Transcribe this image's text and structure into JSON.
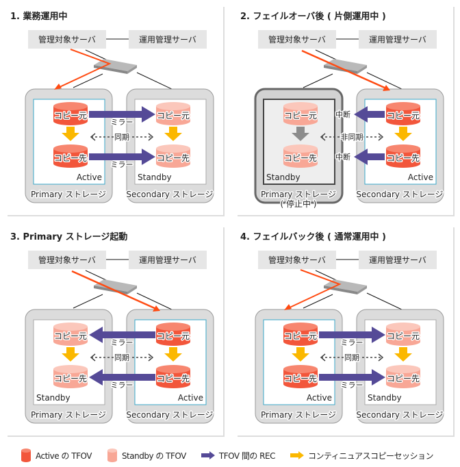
{
  "colors": {
    "active": "#f2563b",
    "active_top": "#f7866f",
    "standby": "#f8a796",
    "standby_top": "#fbc7bb",
    "rec_arrow": "#554a97",
    "session_arrow": "#fbb800",
    "session_stopped": "#8c8c8c",
    "access_line": "#ff4b12",
    "highlight_border": "#3aa7c8"
  },
  "servers": {
    "managed": "管理対象サーバ",
    "management": "運用管理サーバ"
  },
  "volumes": {
    "source": "コピー元",
    "target": "コピー先"
  },
  "panels": [
    {
      "title": "1. 業務運用中",
      "access_target": "primary",
      "primary": {
        "state": "active",
        "status": "Active",
        "label": "Primary ストレージ",
        "note": "",
        "stopped": false
      },
      "secondary": {
        "state": "standby",
        "status": "Standby",
        "label": "Secondary ストレージ",
        "note": "",
        "stopped": false
      },
      "rec": {
        "direction": "right",
        "label": "ミラー"
      },
      "sync": {
        "label": "同期"
      }
    },
    {
      "title": "2. フェイルオーバ後 ( 片側運用中 )",
      "access_target": "secondary",
      "primary": {
        "state": "standby",
        "status": "Standby",
        "label": "Primary ストレージ",
        "note": "( 停止中 )",
        "stopped": true
      },
      "secondary": {
        "state": "active",
        "status": "Active",
        "label": "Secondary ストレージ",
        "note": "",
        "stopped": false
      },
      "rec": {
        "direction": "suspended",
        "label": "中断"
      },
      "sync": {
        "label": "非同期"
      }
    },
    {
      "title": "3. Primary ストレージ起動",
      "access_target": "secondary",
      "primary": {
        "state": "standby",
        "status": "Standby",
        "label": "Primary ストレージ",
        "note": "",
        "stopped": false
      },
      "secondary": {
        "state": "active",
        "status": "Active",
        "label": "Secondary ストレージ",
        "note": "",
        "stopped": false
      },
      "rec": {
        "direction": "left",
        "label": "ミラー"
      },
      "sync": {
        "label": "同期"
      }
    },
    {
      "title": "4. フェイルバック後 ( 通常運用中 )",
      "access_target": "primary",
      "primary": {
        "state": "active",
        "status": "Active",
        "label": "Primary ストレージ",
        "note": "",
        "stopped": false
      },
      "secondary": {
        "state": "standby",
        "status": "Standby",
        "label": "Secondary ストレージ",
        "note": "",
        "stopped": false
      },
      "rec": {
        "direction": "right",
        "label": "ミラー"
      },
      "sync": {
        "label": "同期"
      }
    }
  ],
  "legend": {
    "active_tfov": "Active の TFOV",
    "standby_tfov": "Standby の TFOV",
    "rec": "TFOV 間の REC",
    "session": "コンティニュアスコピーセッション"
  }
}
